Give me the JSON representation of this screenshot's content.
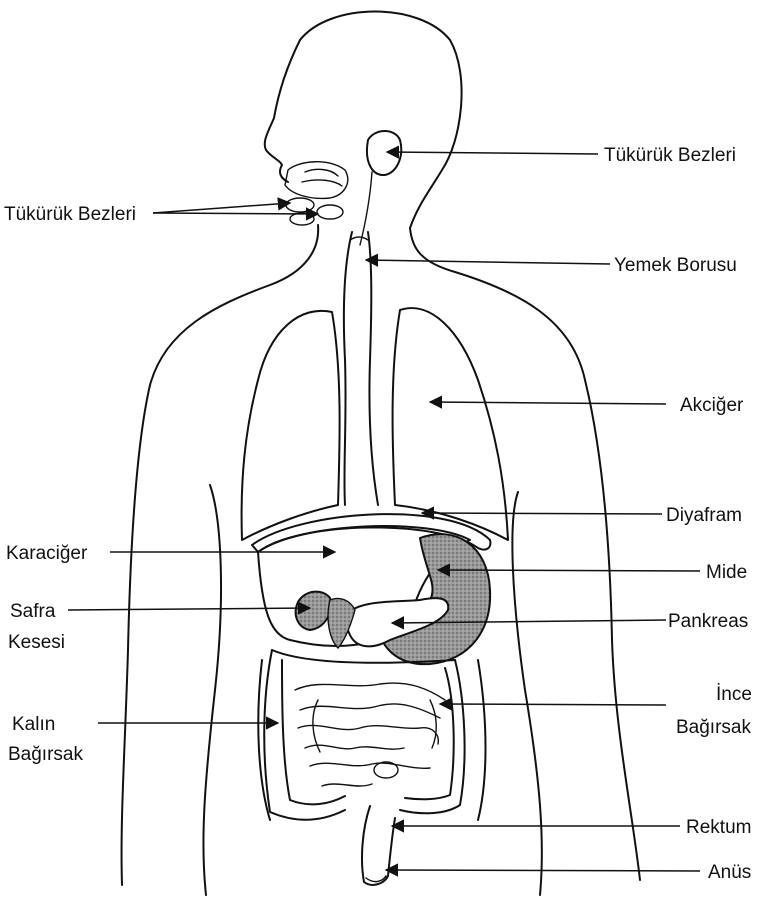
{
  "colors": {
    "ink": "#111111",
    "background": "#ffffff",
    "shade": "#8a8a8a"
  },
  "labels": {
    "tukuruk_right": "Tükürük Bezleri",
    "tukuruk_left": "Tükürük Bezleri",
    "yemek_borusu": "Yemek Borusu",
    "akciger": "Akciğer",
    "diyafram": "Diyafram",
    "karaciger": "Karaciğer",
    "mide": "Mide",
    "safra_line1": "Safra",
    "safra_line2": "Kesesi",
    "pankreas": "Pankreas",
    "kalin_line1": "Kalın",
    "kalin_line2": "Bağırsak",
    "ince_line1": "İnce",
    "ince_line2": "Bağırsak",
    "rektum": "Rektum",
    "anus": "Anüs"
  }
}
